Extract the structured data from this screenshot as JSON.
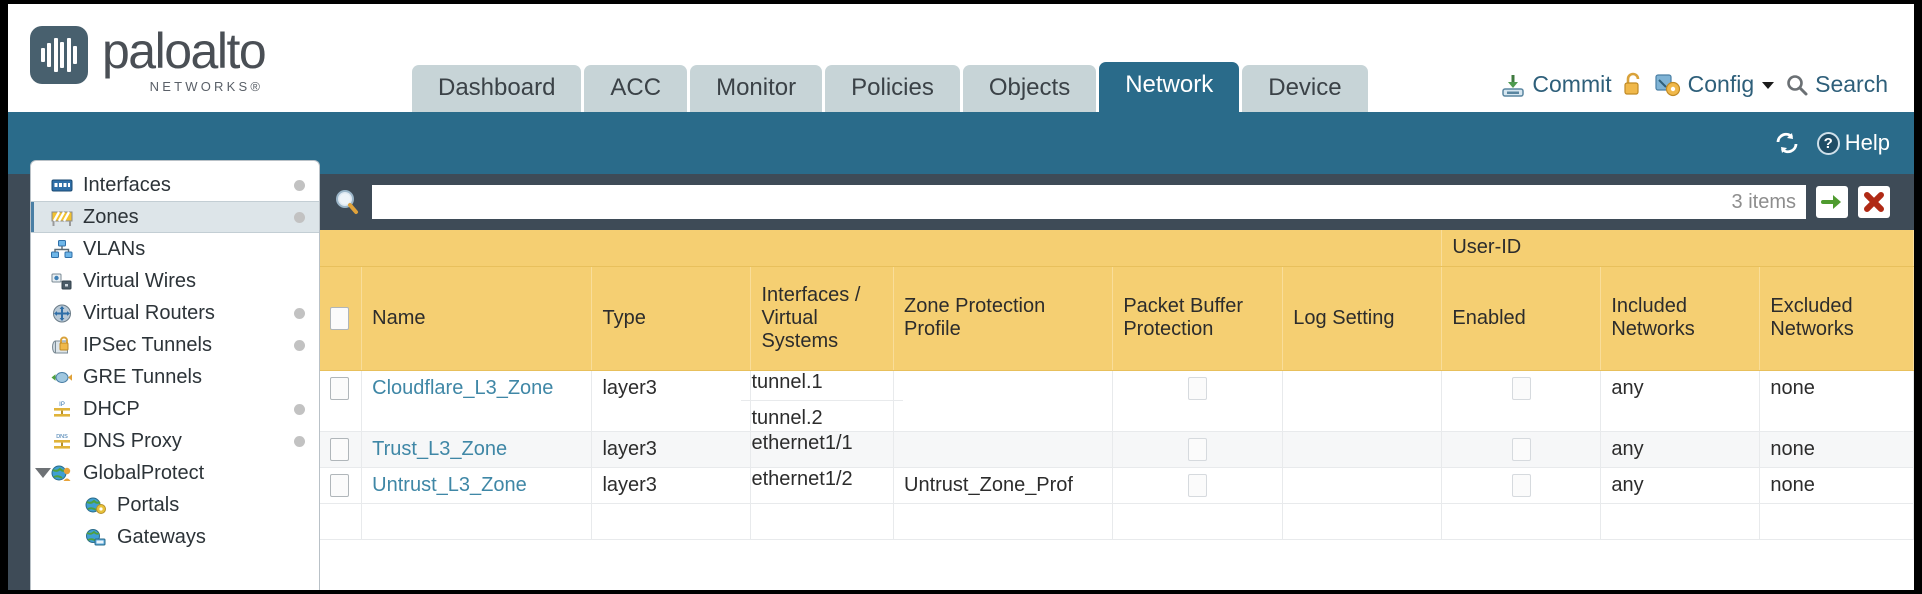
{
  "brand": {
    "name": "paloalto",
    "tagline": "NETWORKS",
    "registered": "®"
  },
  "nav": {
    "tabs": [
      {
        "label": "Dashboard",
        "active": false
      },
      {
        "label": "ACC",
        "active": false
      },
      {
        "label": "Monitor",
        "active": false
      },
      {
        "label": "Policies",
        "active": false
      },
      {
        "label": "Objects",
        "active": false
      },
      {
        "label": "Network",
        "active": true
      },
      {
        "label": "Device",
        "active": false
      }
    ]
  },
  "top_actions": {
    "commit": "Commit",
    "config": "Config",
    "search": "Search",
    "lock_icon": "unlock-icon",
    "commit_icon": "commit-icon",
    "config_icon": "config-wrench-key-icon",
    "search_icon": "magnifier-icon",
    "dropdown_icon": "chevron-down-icon"
  },
  "blueband": {
    "refresh_icon": "refresh-icon",
    "help_label": "Help",
    "help_icon": "question-mark-icon"
  },
  "sidebar": {
    "items": [
      {
        "label": "Interfaces",
        "icon": "interfaces-icon",
        "dot": true,
        "child": false,
        "selected": false,
        "caret": false
      },
      {
        "label": "Zones",
        "icon": "zones-icon",
        "dot": true,
        "child": false,
        "selected": true,
        "caret": false
      },
      {
        "label": "VLANs",
        "icon": "vlans-icon",
        "dot": false,
        "child": false,
        "selected": false,
        "caret": false
      },
      {
        "label": "Virtual Wires",
        "icon": "virtual-wires-icon",
        "dot": false,
        "child": false,
        "selected": false,
        "caret": false
      },
      {
        "label": "Virtual Routers",
        "icon": "virtual-routers-icon",
        "dot": true,
        "child": false,
        "selected": false,
        "caret": false
      },
      {
        "label": "IPSec Tunnels",
        "icon": "ipsec-tunnels-icon",
        "dot": true,
        "child": false,
        "selected": false,
        "caret": false
      },
      {
        "label": "GRE Tunnels",
        "icon": "gre-tunnels-icon",
        "dot": false,
        "child": false,
        "selected": false,
        "caret": false
      },
      {
        "label": "DHCP",
        "icon": "dhcp-icon",
        "dot": true,
        "child": false,
        "selected": false,
        "caret": false
      },
      {
        "label": "DNS Proxy",
        "icon": "dns-proxy-icon",
        "dot": true,
        "child": false,
        "selected": false,
        "caret": false
      },
      {
        "label": "GlobalProtect",
        "icon": "globalprotect-icon",
        "dot": false,
        "child": false,
        "selected": false,
        "caret": true
      },
      {
        "label": "Portals",
        "icon": "portals-icon",
        "dot": false,
        "child": true,
        "selected": false,
        "caret": false
      },
      {
        "label": "Gateways",
        "icon": "gateways-icon",
        "dot": false,
        "child": true,
        "selected": false,
        "caret": false
      }
    ]
  },
  "toolbar": {
    "search_placeholder": "",
    "search_value": "",
    "items_count": "3 items",
    "apply_icon": "green-arrow-right-icon",
    "clear_icon": "red-x-icon",
    "search_icon": "magnifier-icon"
  },
  "table": {
    "group_headers": [
      {
        "label": "User-ID",
        "span": 3
      }
    ],
    "columns": [
      "Name",
      "Type",
      "Interfaces / Virtual Systems",
      "Zone Protection Profile",
      "Packet Buffer Protection",
      "Log Setting",
      "Enabled",
      "Included Networks",
      "Excluded Networks"
    ],
    "rows": [
      {
        "selected": false,
        "name": "Cloudflare_L3_Zone",
        "type": "layer3",
        "interfaces": [
          "tunnel.1",
          "tunnel.2"
        ],
        "zone_protection_profile": "",
        "packet_buffer_protection": false,
        "log_setting": "",
        "userid_enabled": false,
        "included_networks": "any",
        "excluded_networks": "none"
      },
      {
        "selected": false,
        "name": "Trust_L3_Zone",
        "type": "layer3",
        "interfaces": [
          "ethernet1/1"
        ],
        "zone_protection_profile": "",
        "packet_buffer_protection": false,
        "log_setting": "",
        "userid_enabled": false,
        "included_networks": "any",
        "excluded_networks": "none"
      },
      {
        "selected": false,
        "name": "Untrust_L3_Zone",
        "type": "layer3",
        "interfaces": [
          "ethernet1/2"
        ],
        "zone_protection_profile": "Untrust_Zone_Prof",
        "packet_buffer_protection": false,
        "log_setting": "",
        "userid_enabled": false,
        "included_networks": "any",
        "excluded_networks": "none"
      }
    ]
  },
  "colors": {
    "header_blue": "#2a6b8a",
    "content_slate": "#3e4b57",
    "table_header_yellow": "#f5cf72",
    "group_header_gold": "#e0ac35",
    "link_blue": "#3f87a6",
    "tab_inactive": "#c7d4d7"
  }
}
